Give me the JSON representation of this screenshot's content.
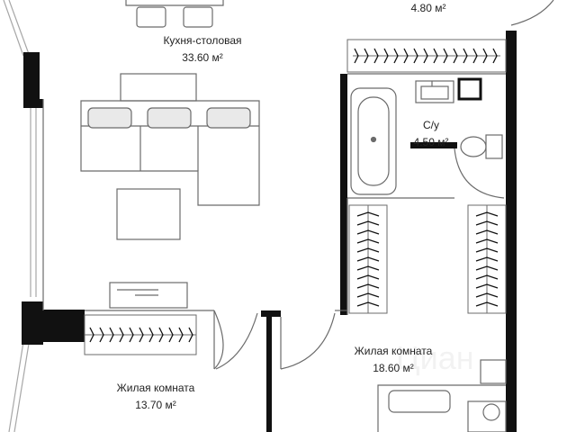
{
  "rooms": [
    {
      "name": "",
      "area": "4.80 м²"
    },
    {
      "name": "Кухня-столовая",
      "area": "33.60 м²"
    },
    {
      "name": "С/у",
      "area": "4.50 м²"
    },
    {
      "name": "Жилая комната",
      "area": "18.60 м²"
    },
    {
      "name": "Жилая комната",
      "area": "13.70 м²"
    }
  ],
  "watermark": "Циан",
  "colors": {
    "wall": "#111111",
    "line": "#6b6b6b",
    "furniture": "#e9e9e9",
    "window": "#a7a7a7",
    "background": "#ffffff"
  }
}
